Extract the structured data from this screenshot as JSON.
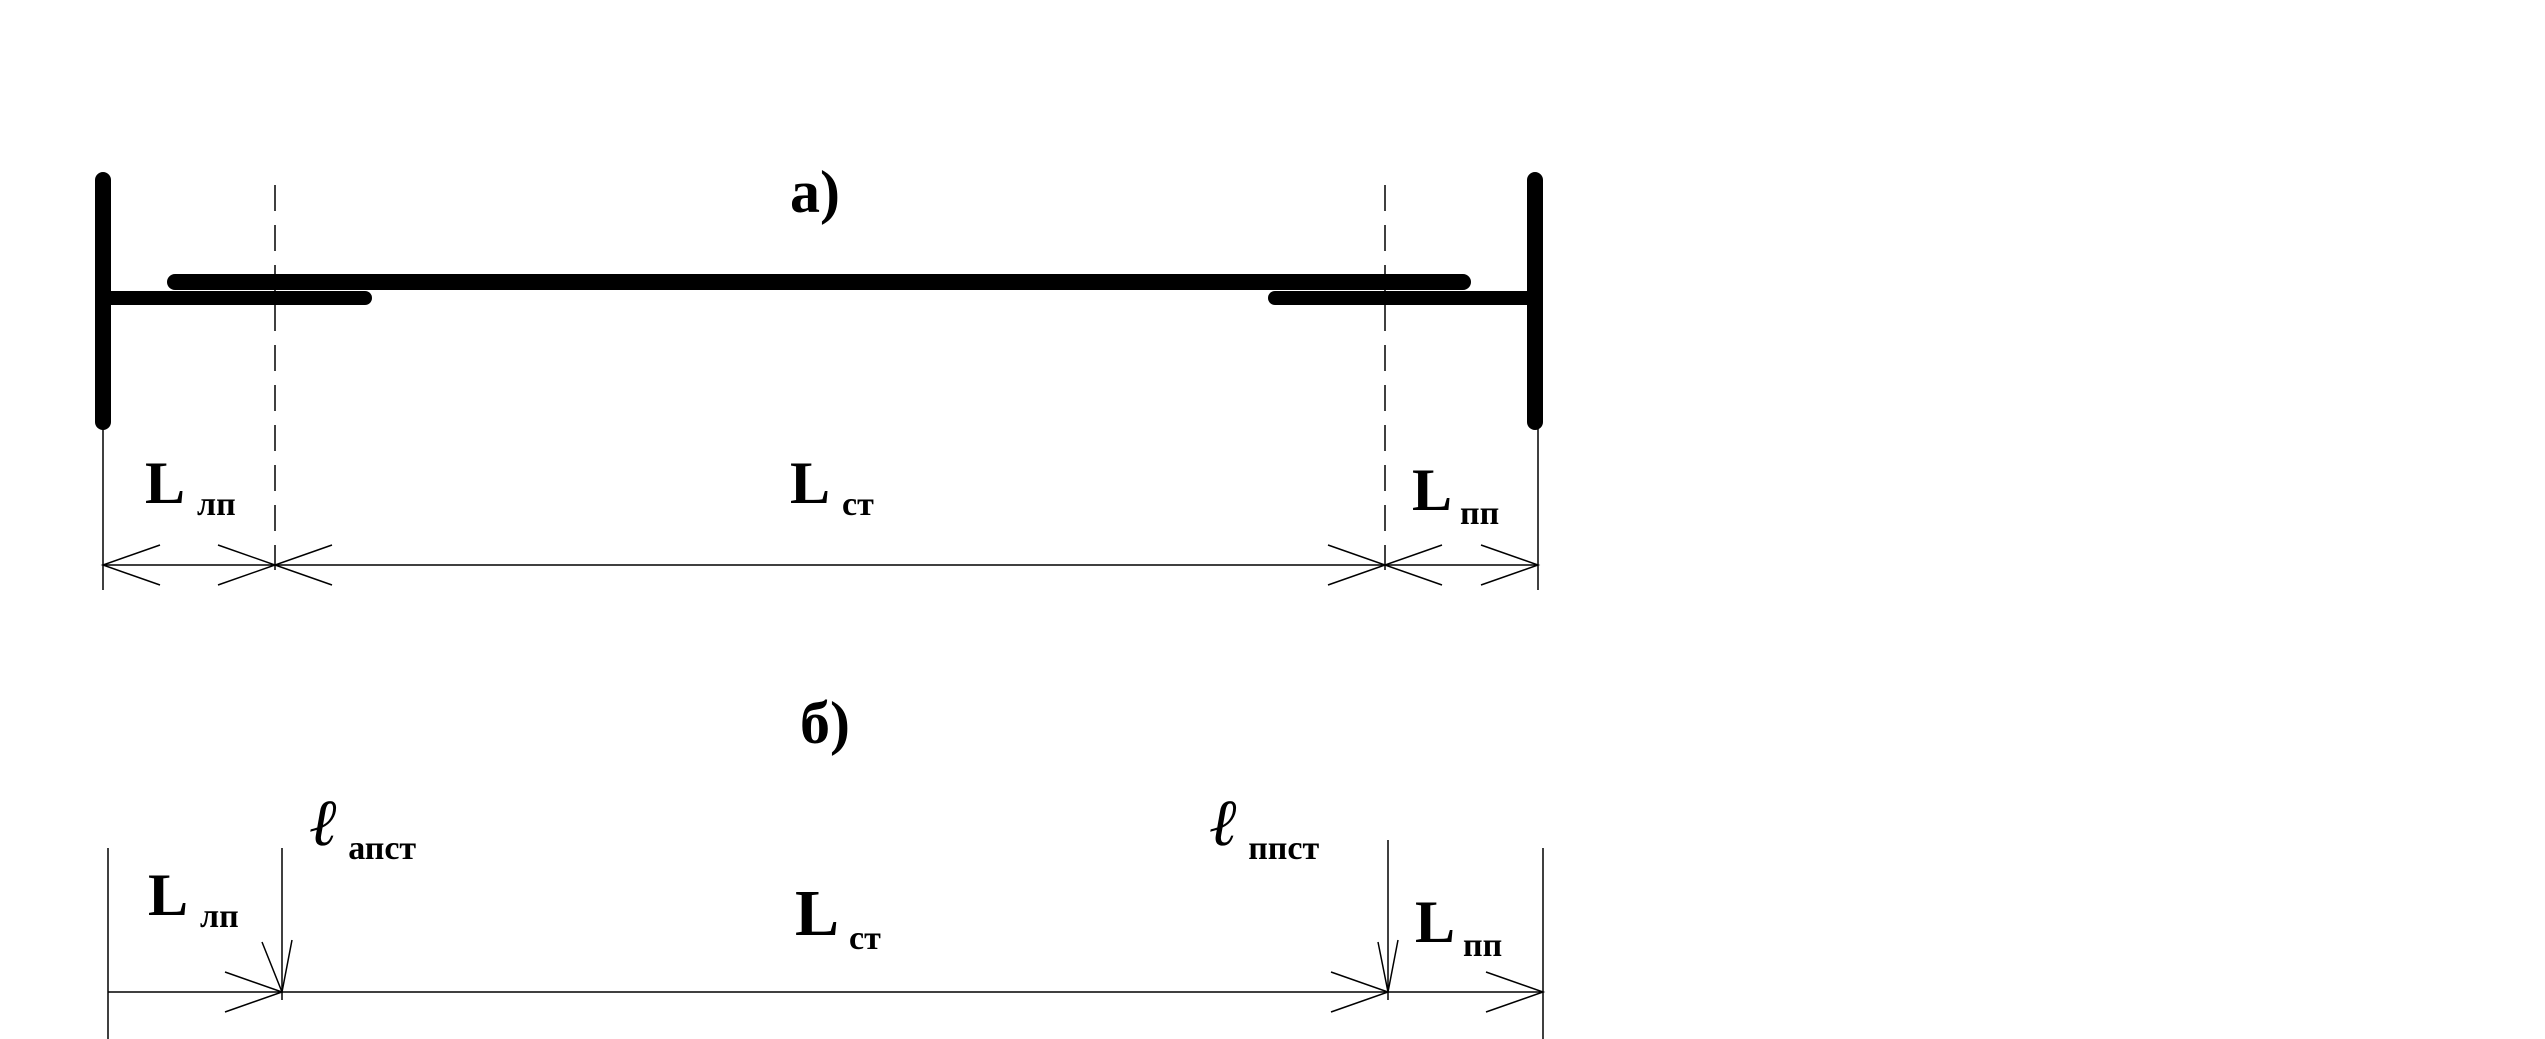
{
  "diagram_a": {
    "caption": "а)",
    "dims": {
      "left": {
        "main": "L",
        "sub": "лп"
      },
      "middle": {
        "main": "L",
        "sub": "ст"
      },
      "right": {
        "main": "L",
        "sub": "пп"
      }
    }
  },
  "diagram_b": {
    "caption": "б)",
    "dims": {
      "left": {
        "main": "L",
        "sub": "лп"
      },
      "middle": {
        "main": "L",
        "sub": "ст"
      },
      "right": {
        "main": "L",
        "sub": "пп"
      }
    },
    "markers": {
      "left": {
        "main": "ℓ",
        "sub": "апст"
      },
      "right": {
        "main": "ℓ",
        "sub": "ппст"
      }
    }
  }
}
